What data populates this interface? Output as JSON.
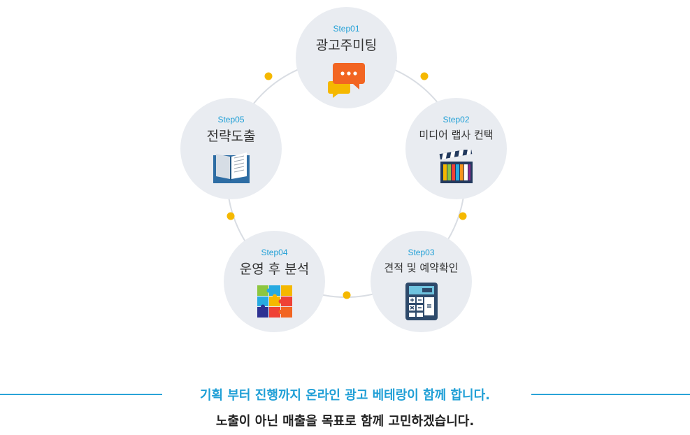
{
  "steps": [
    {
      "num": "Step01",
      "title": "광고주미팅",
      "icon": "chat-bubbles-icon"
    },
    {
      "num": "Step02",
      "title": "미디어 랩사 컨택",
      "icon": "clapperboard-icon"
    },
    {
      "num": "Step03",
      "title": "견적 및 예약확인",
      "icon": "calculator-icon"
    },
    {
      "num": "Step04",
      "title": "운영 후 분석",
      "icon": "puzzle-icon"
    },
    {
      "num": "Step05",
      "title": "전략도출",
      "icon": "open-book-icon"
    }
  ],
  "footer": {
    "tagline": "기획 부터 진행까지 온라인 광고 베테랑이 함께 합니다.",
    "subline": "노출이 아닌 매출을 목표로 함께 고민하겠습니다."
  },
  "colors": {
    "accent": "#1f9fd6",
    "circle_bg": "#e9ecf1",
    "connector_dot": "#f5b800",
    "ring_line": "#d9dde3"
  }
}
